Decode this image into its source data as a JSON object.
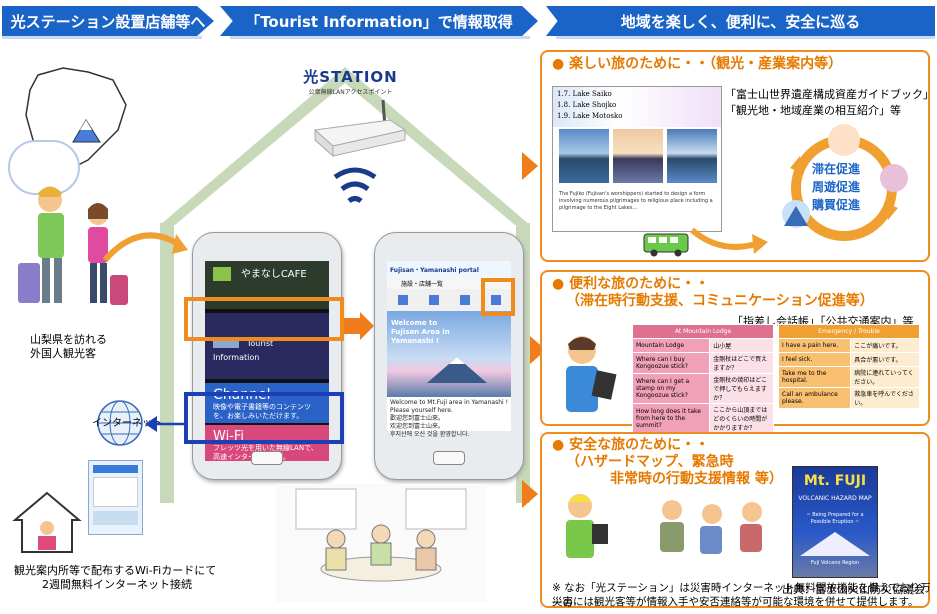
{
  "header": {
    "left": "光ステーション設置店舗等へ",
    "center": "「Tourist Information」で情報取得",
    "right": "地域を楽しく、便利に、安全に巡る"
  },
  "left": {
    "tourist_label_1": "山梨県を訪れる",
    "tourist_label_2": "外国人観光客",
    "internet_label": "インターネット",
    "wifi_card_1": "観光案内所等で配布するWi-Fiカードにて",
    "wifi_card_2": "2週間無料インターネット接続"
  },
  "router": {
    "brand": "光STATION",
    "subtitle": "公衆無線LANアクセスポイント"
  },
  "phone1": {
    "cafe_label": "やまなしCAFE",
    "tourist_info": "Tourist Information",
    "channel_title": "Channel",
    "channel_desc": "映像や電子書籍等のコンテンツを、お楽しみいただけます。",
    "wifi_title": "Wi-Fi",
    "wifi_desc": "フレッツ光を用いた無線LANで、高速インターネットへ。"
  },
  "phone2": {
    "portal": "Fujisan・Yamanashi portal",
    "menu": "施設・店舗一覧",
    "welcome": "Welcome to Fujisan Area in Yamanashi !",
    "body_1": "Welcome to Mt.Fuji area in Yamanashi !",
    "body_2": "Please yourself here.",
    "body_3": "歡迎您到富士山來。",
    "body_4": "欢迎您到富士山来。",
    "body_5": "후지산에 오신 것을 환영합니다."
  },
  "panel1": {
    "title": "● 楽しい旅のために・・（観光・産業案内等）",
    "line1": "「富士山世界遺産構成資産ガイドブック」",
    "line2": "「観光地・地域産業の相互紹介」等",
    "lake_1": "1.7. Lake Saiko",
    "lake_2": "1.8. Lake Shojko",
    "lake_3": "1.9. Lake Motosko",
    "caption": "The Fujiko (Fujisan's worshippers) started to design a form involving numerous pilgrimages to religious place including a pilgrimage to the Eight Lakes...",
    "circle_1": "滞在促進",
    "circle_2": "周遊促進",
    "circle_3": "購買促進"
  },
  "panel2": {
    "title_1": "● 便利な旅のために・・",
    "title_2": "（滞在時行動支援、コミュニケーション促進等）",
    "line1": "「指差し会話帳」「公共交通案内」等",
    "table_a_header": "At Mountain Lodge",
    "table_a_rows": [
      [
        "Mountain Lodge",
        "山小屋"
      ],
      [
        "Where can I buy Kongoozue stick?",
        "金剛杖はどこで買えますか？"
      ],
      [
        "Where can I get a stamp on my Kongoozue stick?",
        "金剛杖の焼印はどこで押してもらえますか？"
      ],
      [
        "How long does it take from here to the summit?",
        "ここから山頂まではどのくらいの時間がかかりますか？"
      ]
    ],
    "table_b_header": "Emergency / Trouble",
    "table_b_rows": [
      [
        "I have a pain here.",
        "ここが痛いです。"
      ],
      [
        "I feel sick.",
        "具合が悪いです。"
      ],
      [
        "Take me to the hospital.",
        "病院に連れていってください。"
      ],
      [
        "Call an ambulance please.",
        "救急車を呼んでください。"
      ]
    ]
  },
  "panel3": {
    "title_1": "● 安全な旅のために・・",
    "title_2": "（ハザードマップ、緊急時",
    "title_3": "非常時の行動支援情報 等）",
    "book_title": "Mt. FUJI",
    "book_sub": "VOLCANIC HAZARD MAP",
    "book_note": "~ Being Prepared for a Possible Eruption ~",
    "book_footer": "Fuji Volcano Region",
    "source": "出典：富士山火山防災協議会",
    "note_1": "※ なお「光ステーション」は災害時インターネット無料開放機能を備えており万一の",
    "note_2": "災害には観光客等が情報入手や安否連絡等が可能な環境を併せて提供します。"
  },
  "colors": {
    "header_blue": "#1a63c7",
    "accent_orange": "#f08c1e",
    "highlight_blue": "#1b3fb5",
    "house_green": "#c8d9b9"
  }
}
